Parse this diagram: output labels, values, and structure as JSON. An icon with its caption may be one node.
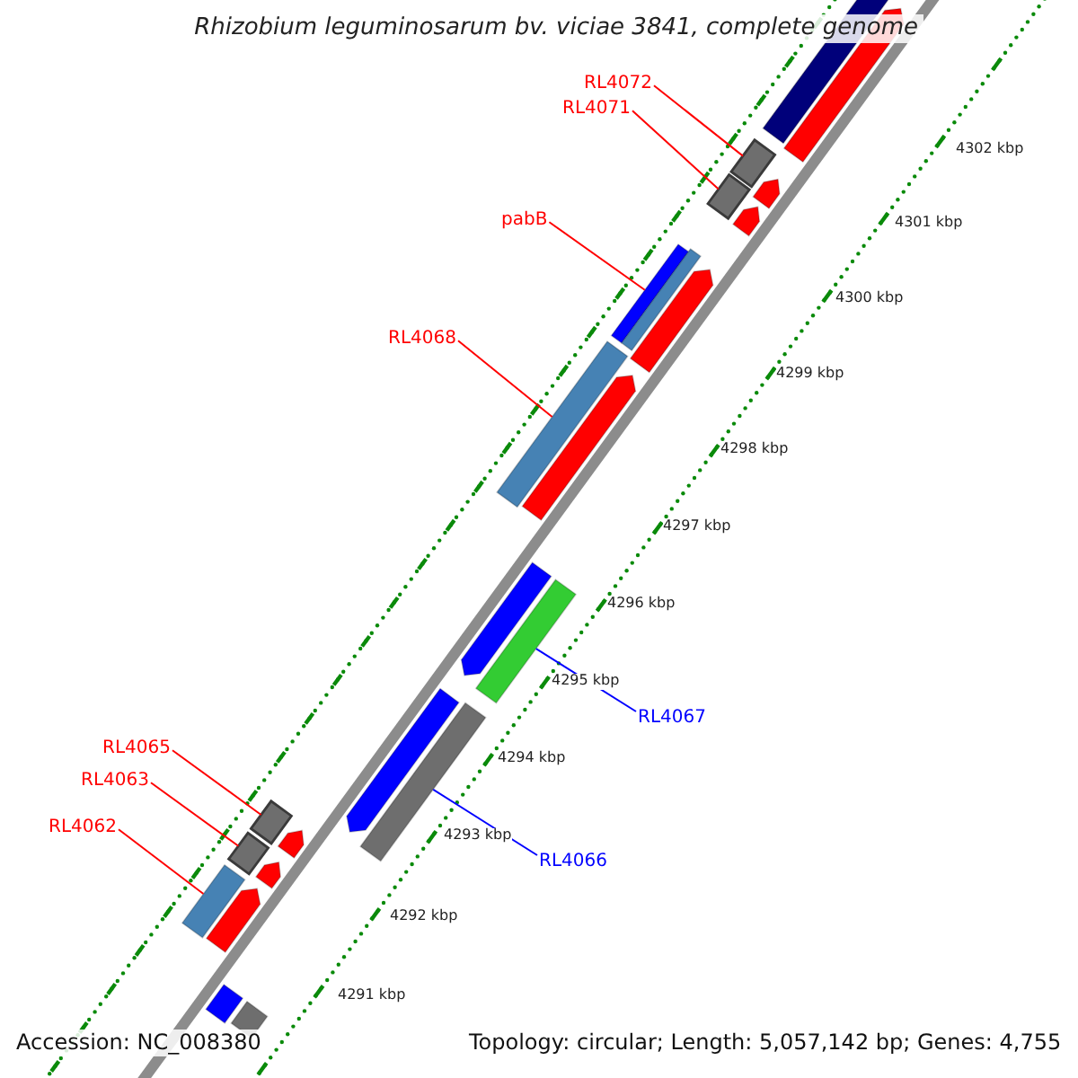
{
  "diagram": {
    "title": "Rhizobium leguminosarum bv. viciae 3841, complete genome",
    "nodes": [
      {
        "text": [
          "RL4072"
        ]
      },
      {
        "text": [
          "RL4071"
        ]
      },
      {
        "text": [
          "pabB"
        ]
      },
      {
        "text": [
          "RL4068"
        ]
      },
      {
        "text": [
          "RL4067"
        ]
      },
      {
        "text": [
          "RL4066"
        ]
      },
      {
        "text": [
          "RL4065"
        ]
      },
      {
        "text": [
          "RL4063"
        ]
      },
      {
        "text": [
          "RL4062"
        ]
      },
      {
        "text": [],
        "shape": "box"
      },
      {
        "text": [],
        "shape": "box"
      },
      {
        "text": [],
        "shape": "bar"
      },
      {
        "text": [],
        "shape": "bar"
      },
      {
        "text": [],
        "shape": "bar"
      },
      {
        "text": [],
        "shape": "bar"
      },
      {
        "text": [],
        "shape": "box"
      },
      {
        "text": [],
        "shape": "box"
      },
      {
        "text": [],
        "shape": "bar"
      },
      {
        "text": [],
        "shape": "bar"
      },
      {
        "text": [],
        "shape": "arrow"
      },
      {
        "text": [],
        "shape": "arrow"
      },
      {
        "text": [],
        "shape": "arrow"
      },
      {
        "text": [],
        "shape": "bar"
      },
      {
        "text": [],
        "shape": "arrow"
      },
      {
        "text": [],
        "shape": "arrow"
      },
      {
        "text": [],
        "shape": "arrow"
      },
      {
        "text": [],
        "shape": "arrow"
      },
      {
        "text": [],
        "shape": "arrow"
      },
      {
        "text": [],
        "shape": "arrow"
      },
      {
        "text": [],
        "shape": "arrow"
      },
      {
        "text": [],
        "shape": "bar"
      },
      {
        "text": [],
        "shape": "bar"
      }
    ],
    "edges": [
      {
        "from": 0,
        "to": 9,
        "arrow": "none"
      },
      {
        "from": 1,
        "to": 10,
        "arrow": "none"
      },
      {
        "from": 2,
        "to": 11,
        "arrow": "none"
      },
      {
        "from": 3,
        "to": 12,
        "arrow": "none"
      },
      {
        "from": 4,
        "to": 13,
        "arrow": "none",
        "color": "#0000ff"
      },
      {
        "from": 5,
        "to": 14,
        "arrow": "none",
        "color": "#0000ff"
      },
      {
        "from": 6,
        "to": 15,
        "arrow": "none"
      },
      {
        "from": 7,
        "to": 16,
        "arrow": "none"
      },
      {
        "from": 8,
        "to": 17,
        "arrow": "none"
      }
    ],
    "labels": [
      "4302 kbp",
      "4301 kbp",
      "4300 kbp",
      "4299 kbp",
      "4298 kbp",
      "4297 kbp",
      "4296 kbp",
      "4295 kbp",
      "4294 kbp",
      "4293 kbp",
      "4292 kbp",
      "4291 kbp",
      "Accession: NC_008380",
      "Topology: circular; Length: 5,057,142 bp; Genes: 4,755"
    ]
  }
}
